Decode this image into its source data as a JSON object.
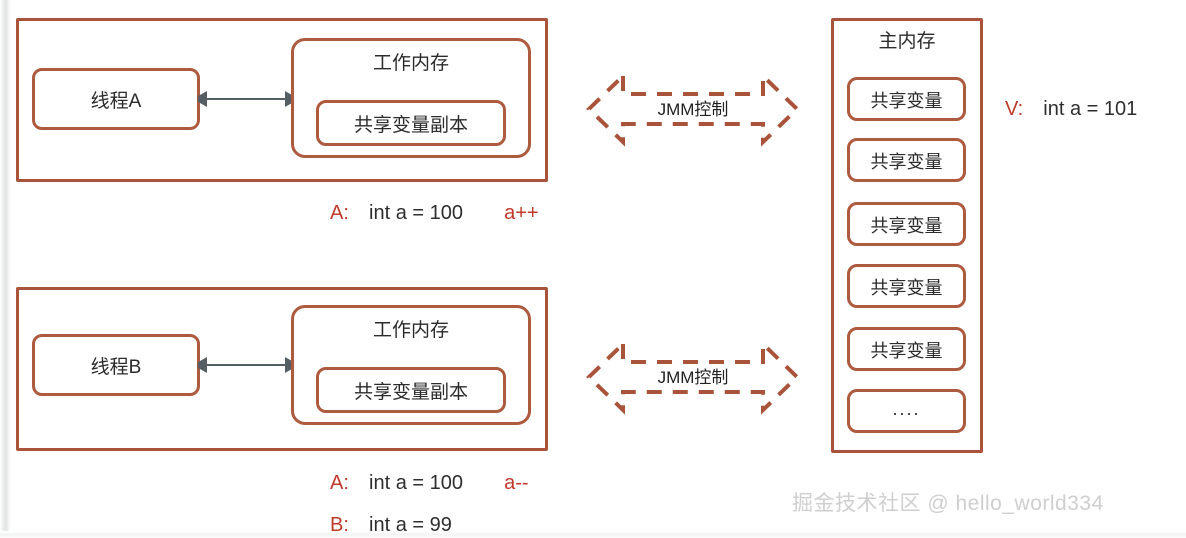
{
  "diagram": {
    "title": "JMM Java Memory Model diagram",
    "colors": {
      "box_border": "#AE5A3E",
      "outer_border": "#A9543A",
      "accent_red": "#C0392B",
      "arrow_gray": "#555f63",
      "watermark_gray": "#cfcfcf",
      "background": "#ffffff"
    }
  },
  "threads": [
    {
      "id": "thread-a",
      "thread_label": "线程A",
      "working_memory_label": "工作内存",
      "copy_label": "共享变量副本",
      "jmm_label": "JMM控制",
      "annotations": [
        {
          "key": "A:",
          "expr": "int a = 100",
          "op": "a++"
        }
      ]
    },
    {
      "id": "thread-b",
      "thread_label": "线程B",
      "working_memory_label": "工作内存",
      "copy_label": "共享变量副本",
      "jmm_label": "JMM控制",
      "annotations": [
        {
          "key": "A:",
          "expr": "int a = 100",
          "op": "a--"
        },
        {
          "key": "B:",
          "expr": "int a = 99",
          "op": ""
        }
      ]
    }
  ],
  "main_memory": {
    "title": "主内存",
    "slots": [
      "共享变量",
      "共享变量",
      "共享变量",
      "共享变量",
      "共享变量",
      "...."
    ]
  },
  "main_memory_annotation": {
    "key": "V:",
    "expr": "int a = 101"
  },
  "watermark": "掘金技术社区 @ hello_world334"
}
